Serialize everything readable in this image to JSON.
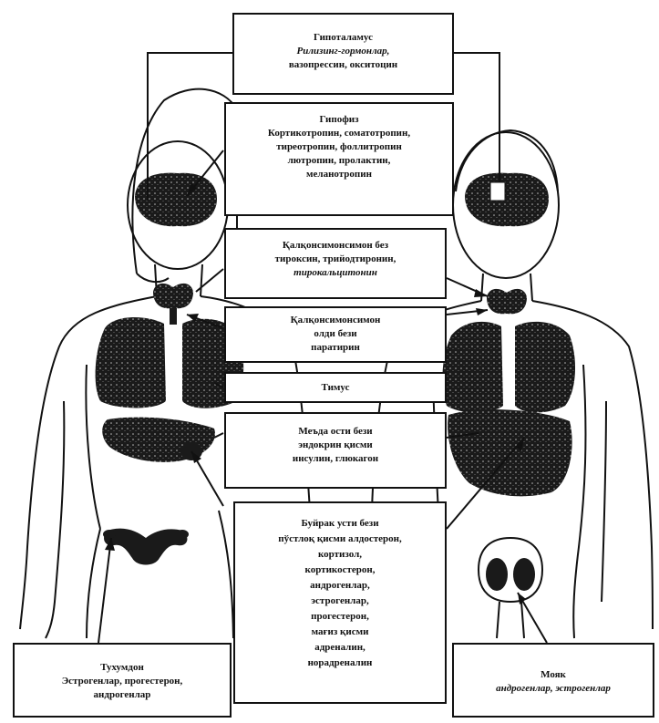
{
  "boxes": {
    "hypothalamus": {
      "title": "Гипоталамус",
      "line1": "Рилизинг-гормонлар,",
      "line2": "вазопрессин, окситоцин"
    },
    "pituitary": {
      "title": "Гипофиз",
      "line1": "Кортикотропин, соматотропин,",
      "line2": "тиреотропин, фоллитропин",
      "line3": "лютропин, пролактин,",
      "line4": "меланотропин"
    },
    "thyroid": {
      "line1": "Қалқонсимонсимон без",
      "line2": "тироксин, трийодтиронин,",
      "line3": "тирокальцитонин"
    },
    "parathyroid": {
      "line1": "Қалқонсимонсимон",
      "line2": "олди бези",
      "line3": "паратирин"
    },
    "thymus": {
      "title": "Тимус"
    },
    "pancreas": {
      "line1": "Меъда ости бези",
      "line2": "эндокрин қисми",
      "line3": "инсулин, глюкагон"
    },
    "adrenal": {
      "line1": "Буйрак усти бези",
      "line2": "пўстлоқ қисми алдостерон,",
      "line3": "кортизол,",
      "line4": "кортикостерон,",
      "line5": "андрогенлар,",
      "line6": "эстрогенлар,",
      "line7": "прогестерон,",
      "line8": "мағиз қисми",
      "line9": "адреналин,",
      "line10": "норадреналин"
    },
    "ovary": {
      "title": "Тухумдон",
      "line1": "Эстрогенлар, прогестерон,",
      "line2": "андрогенлар"
    },
    "testis": {
      "title": "Мояк",
      "line1": "андрогенлар, эстрогенлар"
    }
  },
  "colors": {
    "ink": "#111111",
    "organ": "#1a1a1a"
  }
}
